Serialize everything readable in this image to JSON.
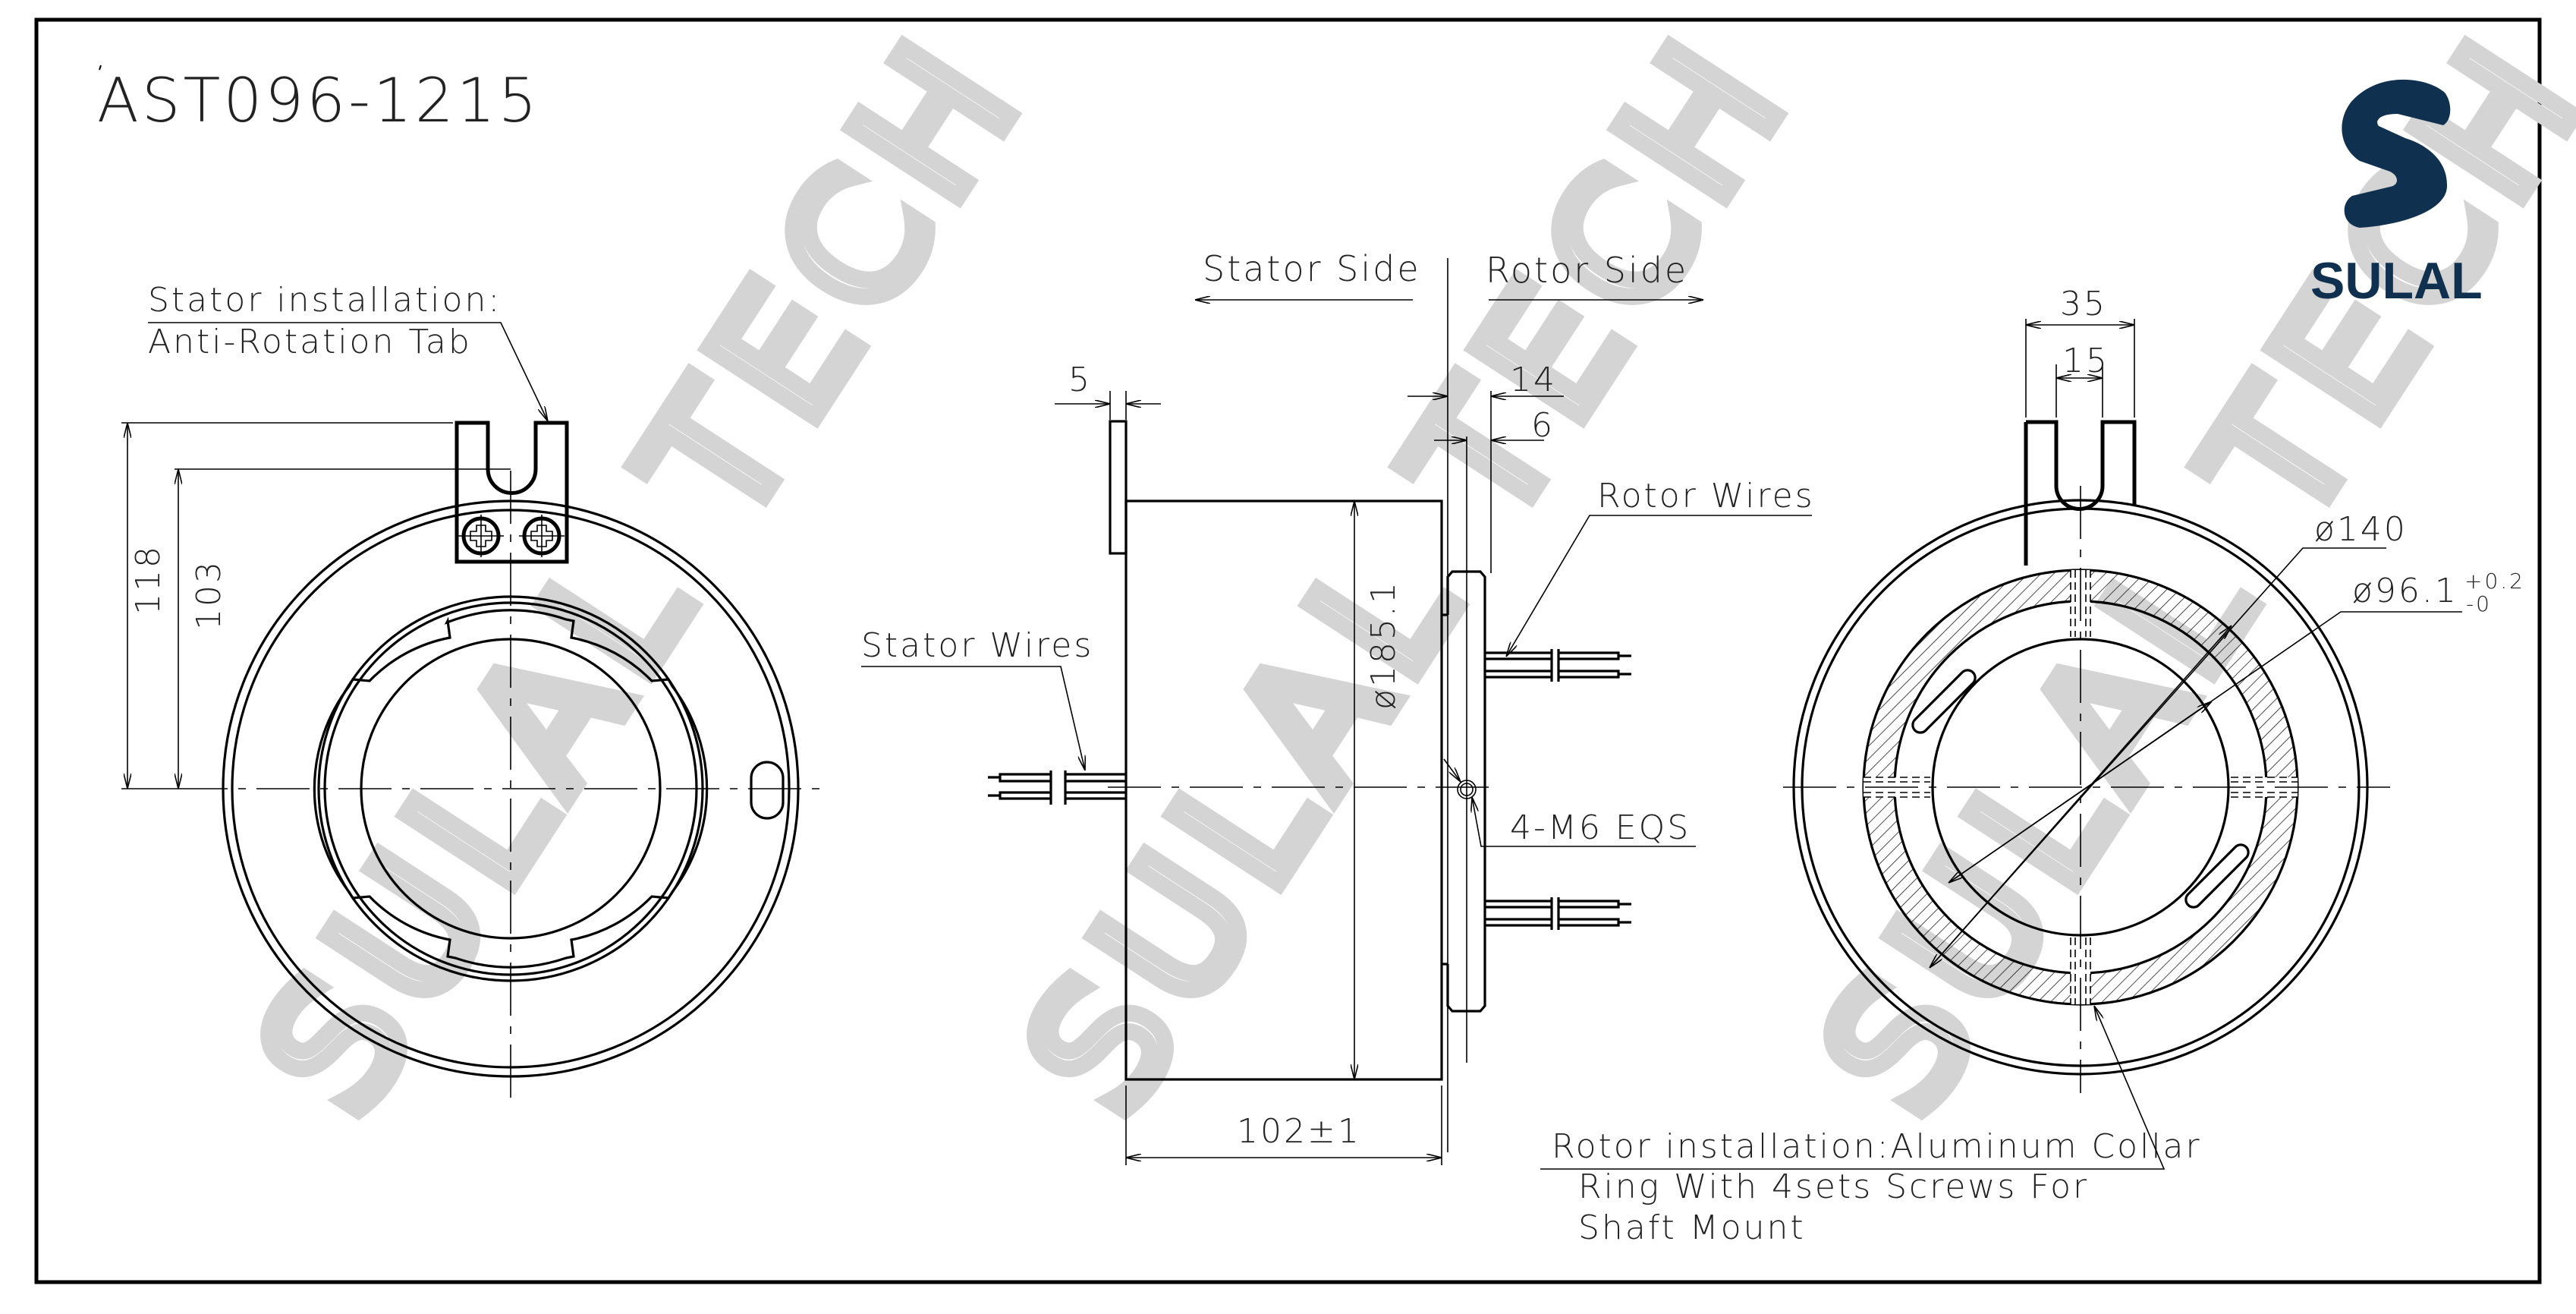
{
  "drawing": {
    "model_number": "AST096-1215",
    "brand": {
      "name": "SULAL",
      "color": "#10304f"
    },
    "watermark": "SULAL TECH",
    "colors": {
      "line": "#000000",
      "background": "#ffffff",
      "watermark": "#d4d4d4"
    }
  },
  "views": {
    "left_view": {
      "label_line1": "Stator installation:",
      "label_line2": "Anti-Rotation Tab",
      "dimensions": {
        "overall_height": "118",
        "slot_height": "103"
      }
    },
    "side_view": {
      "stator_side_label": "Stator Side",
      "rotor_side_label": "Rotor Side",
      "stator_wires_label": "Stator Wires",
      "rotor_wires_label": "Rotor Wires",
      "screws_label": "4-M6 EQS",
      "dimensions": {
        "flange_thickness": "5",
        "rotor_offset": "14",
        "rotor_flange": "6",
        "diameter": "ø185.1",
        "length": "102±1"
      }
    },
    "right_view": {
      "dimensions": {
        "tab_width": "35",
        "slot_width": "15",
        "outer_collar_diameter": "ø140",
        "bore_diameter": "ø96.1",
        "bore_tol_upper": "+0.2",
        "bore_tol_lower": "-0"
      },
      "rotor_label_line1": "Rotor installation:Aluminum Collar",
      "rotor_label_line2": "Ring With 4sets Screws For",
      "rotor_label_line3": "Shaft Mount"
    }
  }
}
